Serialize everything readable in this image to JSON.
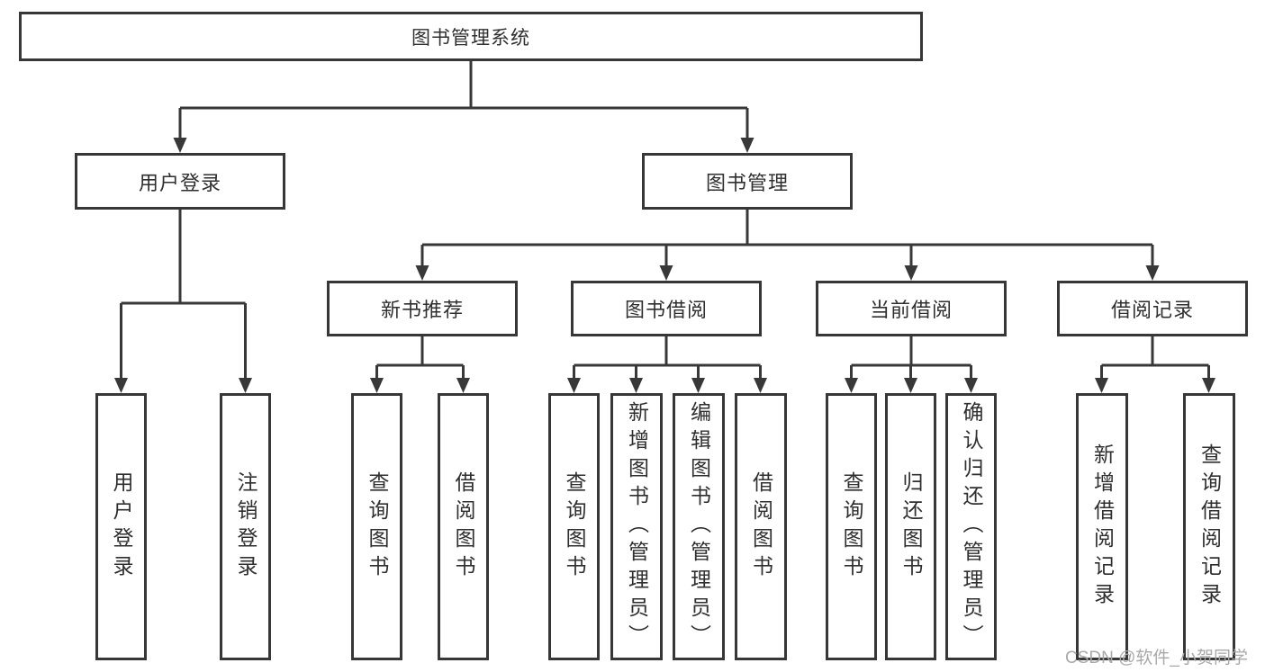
{
  "tree": {
    "root": {
      "label": "图书管理系统"
    },
    "branches": [
      {
        "label": "用户登录",
        "children": [
          {
            "label": "用户登录"
          },
          {
            "label": "注销登录"
          }
        ]
      },
      {
        "label": "图书管理",
        "children": [
          {
            "label": "新书推荐",
            "children": [
              {
                "label": "查询图书"
              },
              {
                "label": "借阅图书"
              }
            ]
          },
          {
            "label": "图书借阅",
            "children": [
              {
                "label": "查询图书"
              },
              {
                "label": "新增图书（管理员）"
              },
              {
                "label": "编辑图书（管理员）"
              },
              {
                "label": "借阅图书"
              }
            ]
          },
          {
            "label": "当前借阅",
            "children": [
              {
                "label": "查询图书"
              },
              {
                "label": "归还图书"
              },
              {
                "label": "确认归还（管理员）"
              }
            ]
          },
          {
            "label": "借阅记录",
            "children": [
              {
                "label": "新增借阅记录"
              },
              {
                "label": "查询借阅记录"
              }
            ]
          }
        ]
      }
    ]
  },
  "watermark": "CSDN @软件_小贺同学",
  "colors": {
    "line": "#383838",
    "box_border": "#373737",
    "text": "#2f2f2f",
    "watermark": "#a8a8a8",
    "background": "#ffffff"
  }
}
